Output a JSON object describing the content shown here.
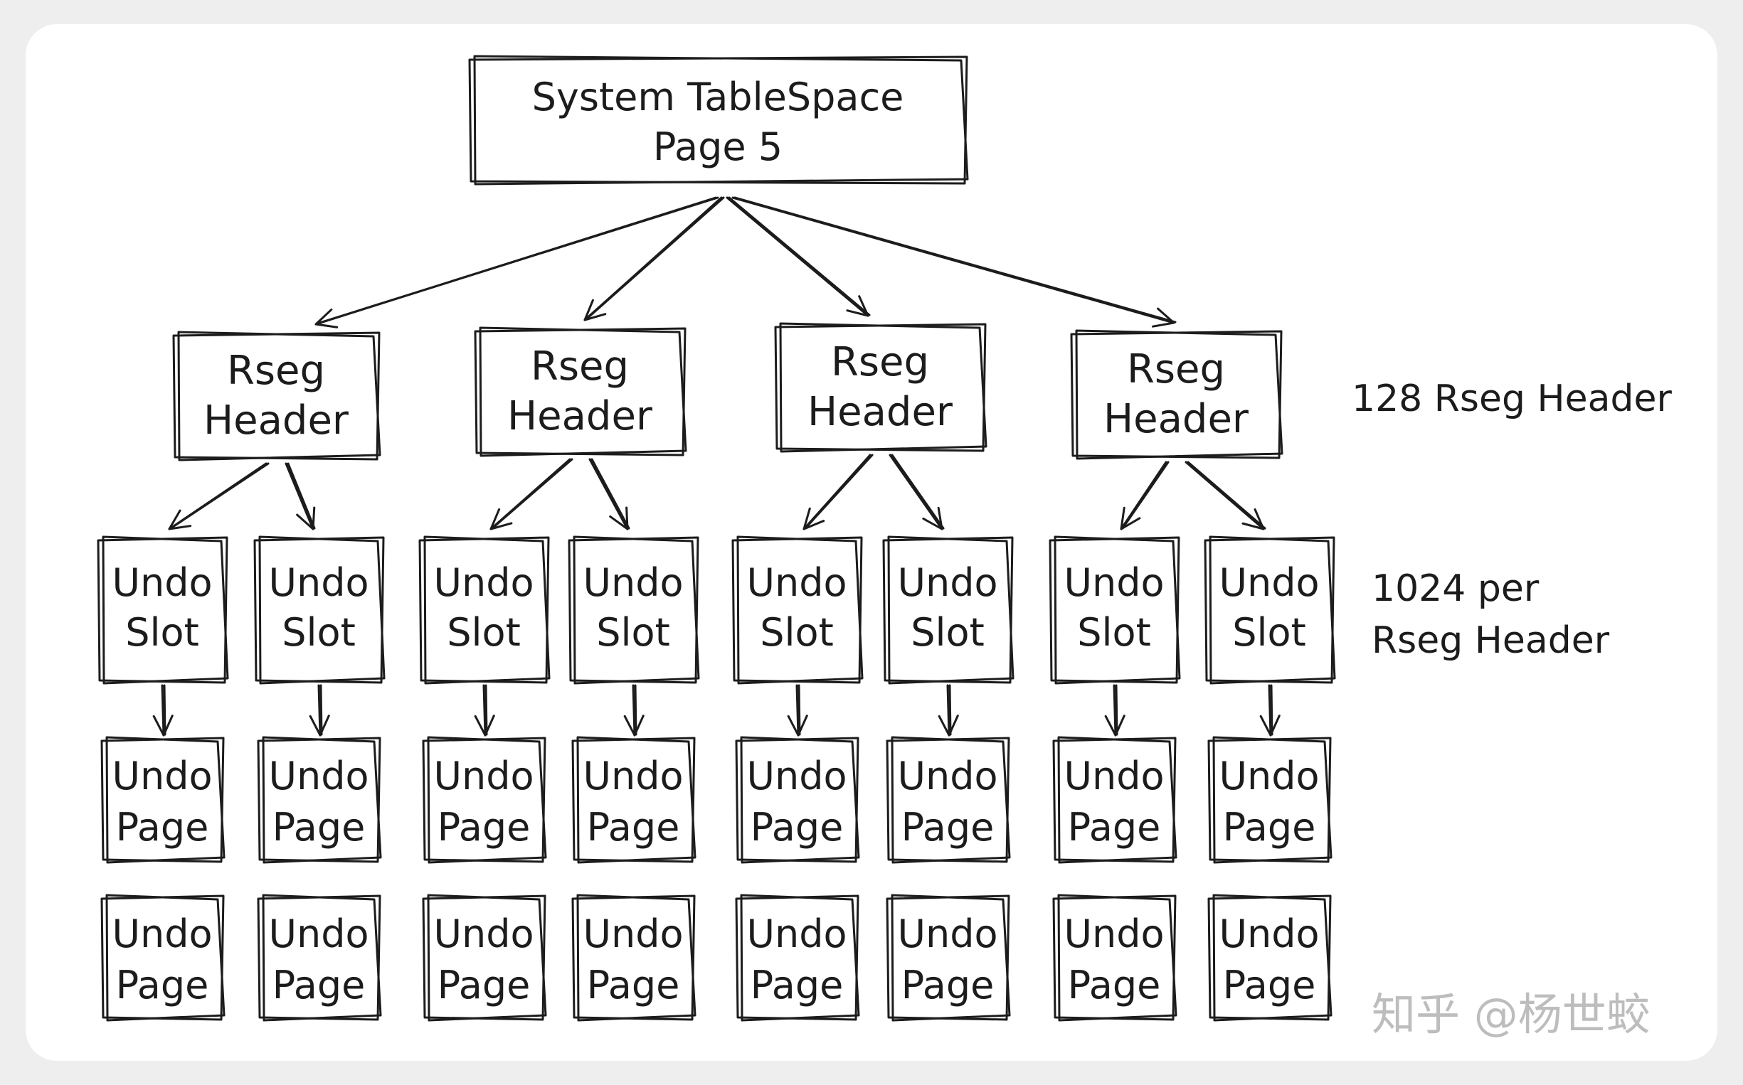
{
  "root": {
    "line1": "System TableSpace",
    "line2": "Page 5"
  },
  "rseg": {
    "line1": "Rseg",
    "line2": "Header"
  },
  "slot": {
    "line1": "Undo",
    "line2": "Slot"
  },
  "page": {
    "line1": "Undo",
    "line2": "Page"
  },
  "note_rseg": "128 Rseg Header",
  "note_slot": {
    "line1": "1024 per",
    "line2": "Rseg Header"
  },
  "watermark": "知乎 @杨世蛟",
  "colors": {
    "ink": "#1c1c1c",
    "card": "#ffffff",
    "backdrop": "#eeeeee",
    "watermark": "#bdbdbd"
  }
}
